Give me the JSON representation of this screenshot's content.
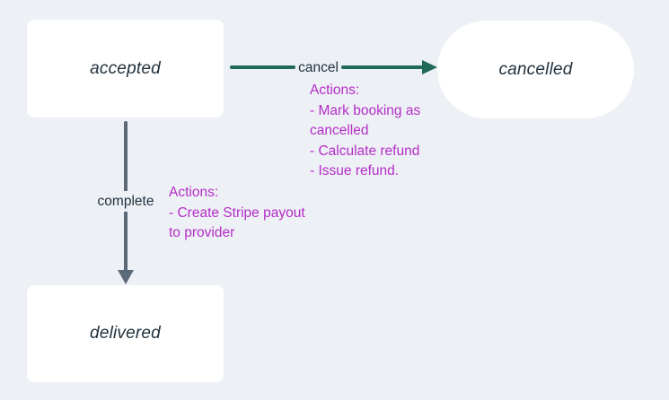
{
  "diagram": {
    "type": "state-flow",
    "background_color": "#edf0f5",
    "node_fill_color": "#ffffff",
    "node_text_color": "#22323e",
    "nodes": {
      "accepted": {
        "label": "accepted",
        "shape": "rectangle"
      },
      "cancelled": {
        "label": "cancelled",
        "shape": "stadium"
      },
      "delivered": {
        "label": "delivered",
        "shape": "rectangle"
      }
    },
    "edges": {
      "cancel": {
        "from": "accepted",
        "to": "cancelled",
        "label": "cancel",
        "arrow_color": "#1e6958",
        "actions_color": "#b42dc8",
        "action_lines": [
          "Actions:",
          "- Mark booking as",
          "cancelled",
          "- Calculate refund",
          "- Issue refund."
        ]
      },
      "complete": {
        "from": "accepted",
        "to": "delivered",
        "label": "complete",
        "arrow_color": "#5b6a78",
        "actions_color": "#b42dc8",
        "action_lines": [
          "Actions:",
          "- Create Stripe payout",
          "to provider"
        ]
      }
    }
  }
}
